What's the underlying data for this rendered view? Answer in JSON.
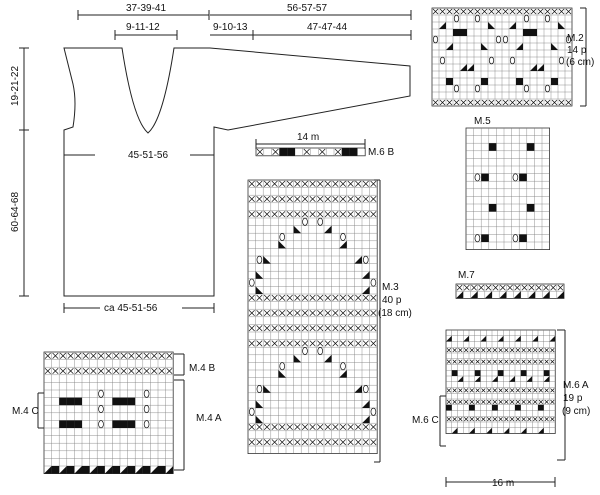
{
  "schematic": {
    "dims": {
      "top_left": "37-39-41",
      "top_left_sub": "9-11-12",
      "top_right": "56-57-57",
      "top_right_sub_a": "9-10-13",
      "top_right_sub_b": "47-47-44",
      "side_upper": "19-21-22",
      "side_total": "60-64-68",
      "chest": "45-51-56",
      "bottom": "ca 45-51-56"
    }
  },
  "charts": {
    "m2": {
      "label": "M.2",
      "stitches": "14 p",
      "width": "(6 cm)"
    },
    "m3": {
      "label": "M.3",
      "stitches": "40 p",
      "width": "(18 cm)"
    },
    "m4": {
      "a": "M.4 A",
      "b": "M.4 B",
      "c": "M.4 C"
    },
    "m5": {
      "label": "M.5"
    },
    "m6": {
      "a": "M.6 A",
      "stitches": "19 p",
      "width": "(9 cm)",
      "b": "M.6 B",
      "c": "M.6 C",
      "b_width": "14  m",
      "a_width": "16 m"
    },
    "m7": {
      "label": "M.7"
    }
  }
}
